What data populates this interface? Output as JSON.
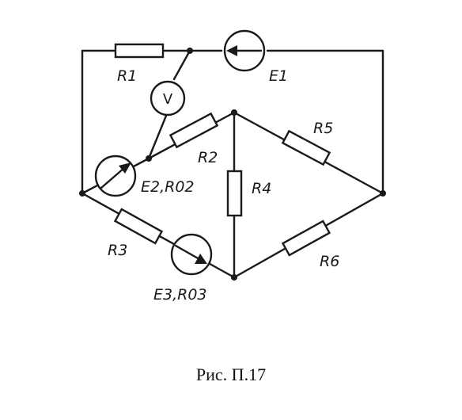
{
  "labels": {
    "R1": "R1",
    "E1": "E1",
    "V": "V",
    "R2": "R2",
    "E2": "E2,R02",
    "R3": "R3",
    "E3": "E3,R03",
    "R4": "R4",
    "R5": "R5",
    "R6": "R6"
  },
  "caption": "Рис. П.17"
}
